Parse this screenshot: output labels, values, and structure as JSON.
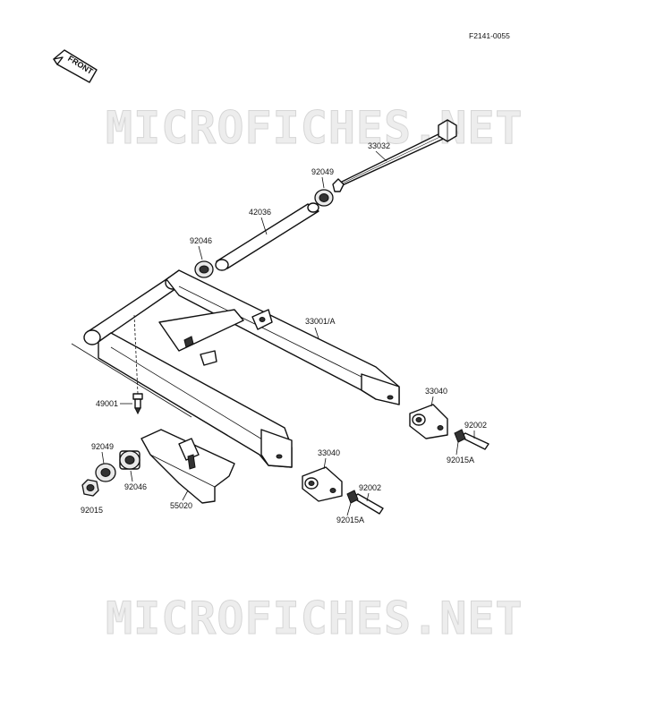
{
  "figure_code": "F2141-0055",
  "front_arrow_label": "FRONT",
  "watermark_text": "MICROFICHES.NET",
  "parts": {
    "p33032": "33032",
    "p92049_top": "92049",
    "p42036": "42036",
    "p92046_top": "92046",
    "p33001A": "33001/A",
    "p49001": "49001",
    "p33040_right": "33040",
    "p92002_right": "92002",
    "p92015A_right": "92015A",
    "p92049_left": "92049",
    "p92046_left": "92046",
    "p92015_left": "92015",
    "p55020": "55020",
    "p33040_mid": "33040",
    "p92002_mid": "92002",
    "p92015A_mid": "92015A"
  }
}
